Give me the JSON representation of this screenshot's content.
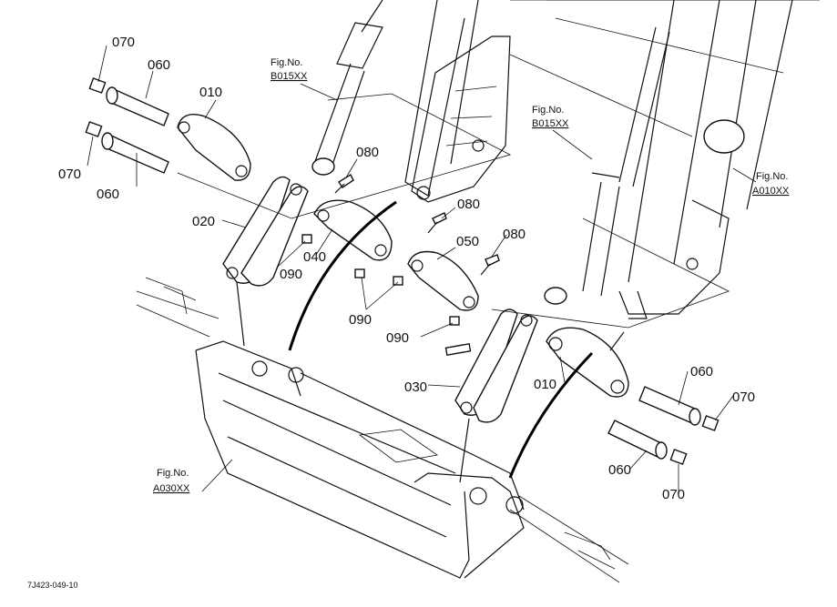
{
  "callouts": {
    "p070a": "070",
    "p060a": "060",
    "p070b": "070",
    "p060b": "060",
    "p010a": "010",
    "p020": "020",
    "p080a": "080",
    "p040": "040",
    "p090a": "090",
    "p080b": "080",
    "p050": "050",
    "p080c": "080",
    "p090b": "090",
    "p090c": "090",
    "p030": "030",
    "p010b": "010",
    "p060c": "060",
    "p070c": "070",
    "p060d": "060",
    "p070d": "070"
  },
  "figrefs": {
    "b015_left": {
      "label": "Fig.No.",
      "code": "B015XX"
    },
    "b015_right": {
      "label": "Fig.No.",
      "code": "B015XX"
    },
    "a010": {
      "label": "Fig.No.",
      "code": "A010XX"
    },
    "a030": {
      "label": "Fig.No.",
      "code": "A030XX"
    }
  },
  "drawing_code": "7J423-049-10"
}
